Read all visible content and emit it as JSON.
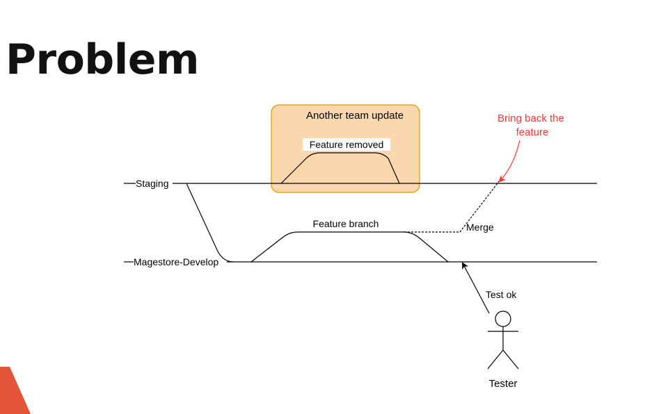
{
  "slide": {
    "title": "Problem",
    "accent_color": "#e2553a"
  },
  "diagram": {
    "colors": {
      "line": "#000000",
      "highlight_fill": "#fad7ac",
      "highlight_stroke": "#d79b00",
      "annotation": "#ff3333"
    },
    "branches": {
      "staging": "Staging",
      "develop": "Magestore-Develop"
    },
    "highlight_box": {
      "label": "Another team update",
      "inner_label": "Feature removed"
    },
    "feature_branch": "Feature branch",
    "merge": "Merge",
    "annotation": [
      "Bring back the",
      "feature"
    ],
    "test_label": "Test ok",
    "actor": "Tester"
  }
}
